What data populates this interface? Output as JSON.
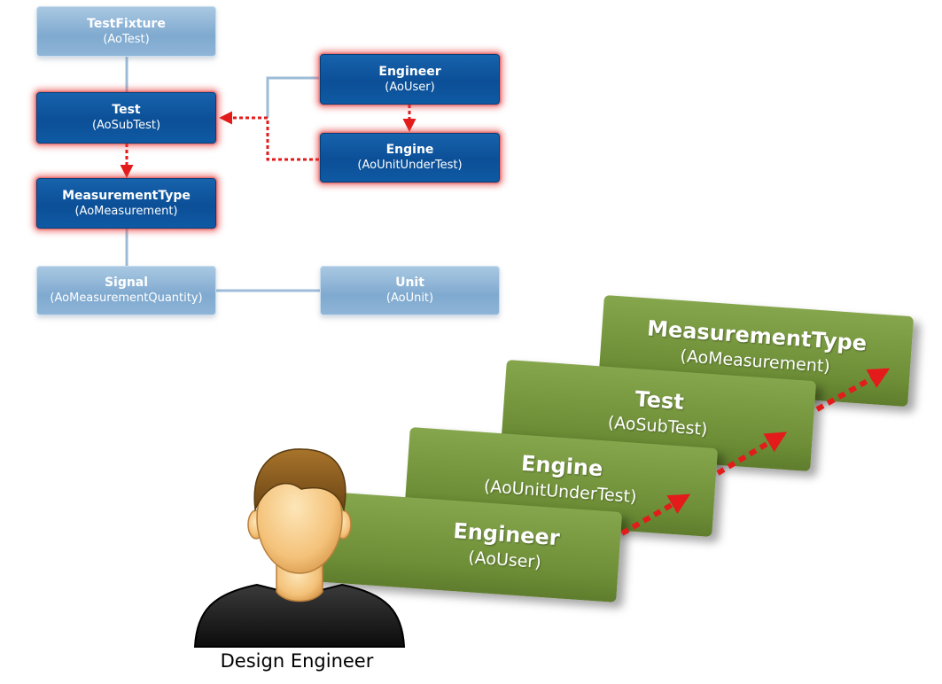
{
  "hierarchy": {
    "test_fixture": {
      "title": "TestFixture",
      "subtitle": "(AoTest)"
    },
    "test": {
      "title": "Test",
      "subtitle": "(AoSubTest)"
    },
    "measurement_type": {
      "title": "MeasurementType",
      "subtitle": "(AoMeasurement)"
    },
    "signal": {
      "title": "Signal",
      "subtitle": "(AoMeasurementQuantity)"
    },
    "engineer": {
      "title": "Engineer",
      "subtitle": "(AoUser)"
    },
    "engine": {
      "title": "Engine",
      "subtitle": "(AoUnitUnderTest)"
    },
    "unit": {
      "title": "Unit",
      "subtitle": "(AoUnit)"
    }
  },
  "cards": [
    {
      "title": "MeasurementType",
      "subtitle": "(AoMeasurement)"
    },
    {
      "title": "Test",
      "subtitle": "(AoSubTest)"
    },
    {
      "title": "Engine",
      "subtitle": "(AoUnitUnderTest)"
    },
    {
      "title": "Engineer",
      "subtitle": "(AoUser)"
    }
  ],
  "person": {
    "label": "Design Engineer"
  },
  "colors": {
    "highlight_node": "#0b4f97",
    "inactive_node": "#8fb5d7",
    "card_green": "#6e8f37",
    "arrow_red": "#e31b1b",
    "connector": "#9dbcd8"
  }
}
